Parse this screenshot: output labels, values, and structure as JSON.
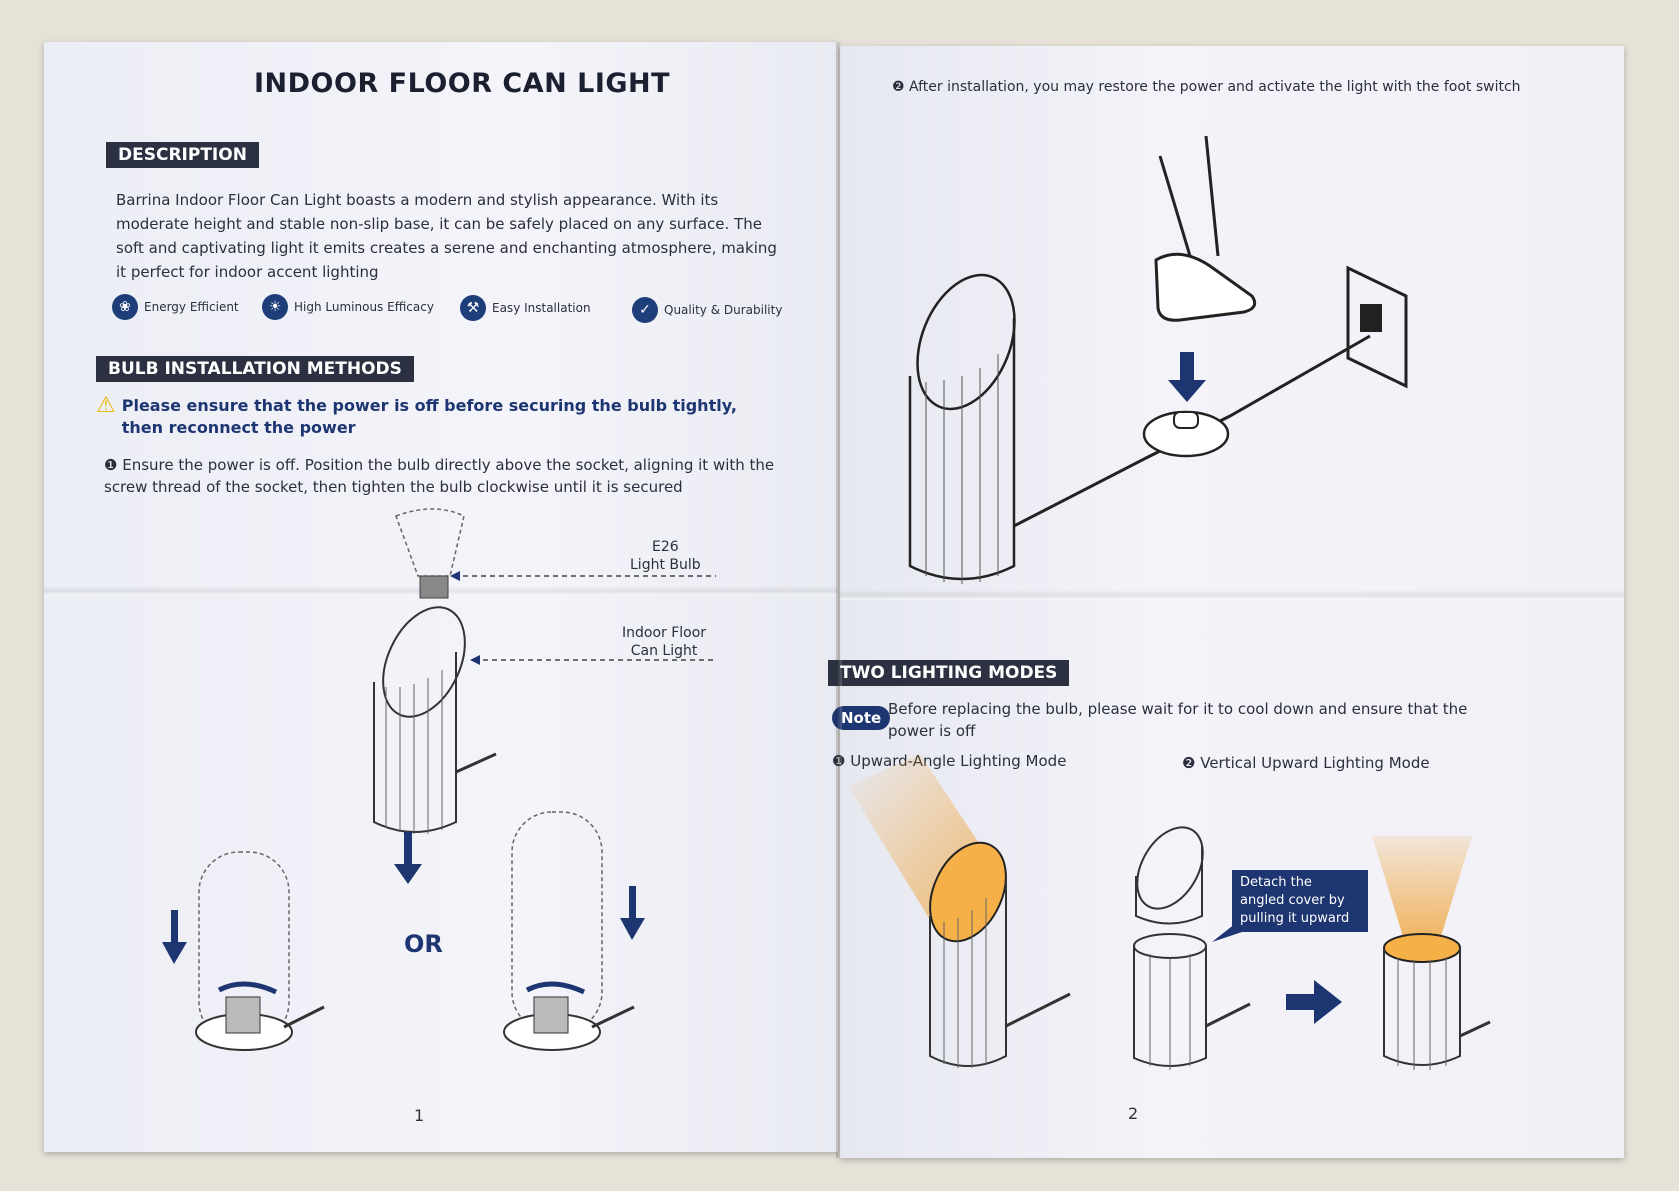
{
  "left_page": {
    "title": "INDOOR FLOOR CAN LIGHT",
    "description_heading": "DESCRIPTION",
    "description_text": "Barrina Indoor Floor Can Light boasts a modern and stylish appearance. With its moderate height and stable non-slip base, it can be safely placed on any surface. The soft and captivating light it emits creates a serene and enchanting atmosphere, making it perfect for indoor accent lighting",
    "features": [
      {
        "label": "Energy Efficient",
        "icon": "leaf-icon"
      },
      {
        "label": "High Luminous Efficacy",
        "icon": "sun-icon"
      },
      {
        "label": "Easy Installation",
        "icon": "wrench-icon"
      },
      {
        "label": "Quality & Durability",
        "icon": "shield-icon"
      }
    ],
    "bulb_heading": "BULB INSTALLATION METHODS",
    "warning": "Please ensure that the power is off before securing the bulb tightly, then reconnect the power",
    "step1_marker": "❶",
    "step1_text": "Ensure the power is off. Position the bulb directly above the socket, aligning it with the screw thread of the socket, then tighten the bulb clockwise until it is secured",
    "callout_bulb": "E26\nLight Bulb",
    "callout_bulb_line1": "E26",
    "callout_bulb_line2": "Light Bulb",
    "callout_can_line1": "Indoor Floor",
    "callout_can_line2": "Can Light",
    "or_label": "OR",
    "page_number": "1"
  },
  "right_page": {
    "step2_marker": "❷",
    "step2_text": "After installation, you may restore the power and activate the light with the foot switch",
    "modes_heading": "TWO LIGHTING MODES",
    "note_badge": "Note",
    "note_text": "Before replacing the bulb, please wait for it to cool down and ensure that the power is off",
    "mode1_marker": "❶",
    "mode1": "Upward-Angle Lighting Mode",
    "mode2_marker": "❷",
    "mode2": "Vertical Upward Lighting Mode",
    "tip": "Detach the angled cover by pulling it upward",
    "page_number": "2"
  },
  "colors": {
    "navy": "#1d3570",
    "label_bg": "#2b3140",
    "glow": "#f0a030",
    "warning": "#e8b400"
  }
}
